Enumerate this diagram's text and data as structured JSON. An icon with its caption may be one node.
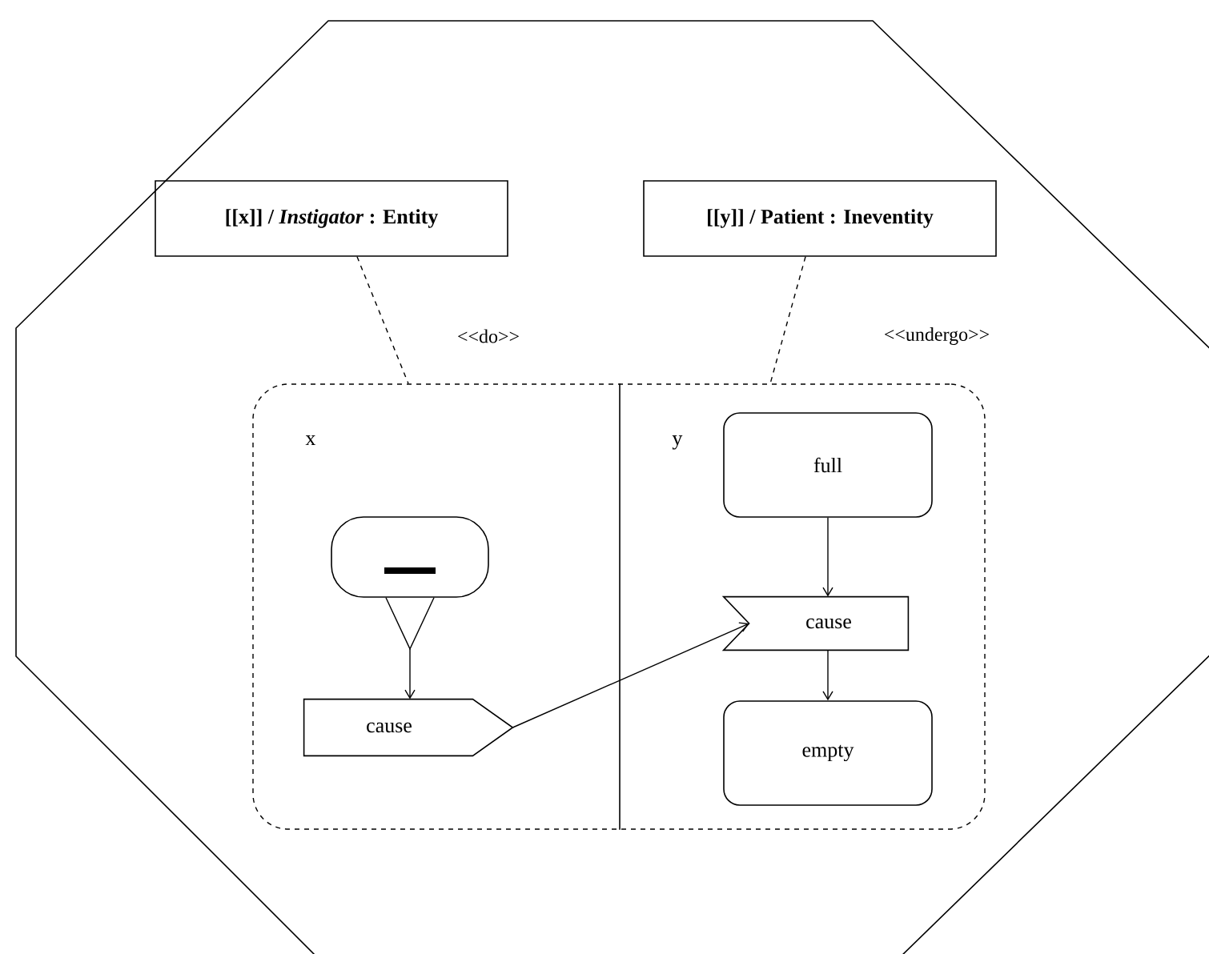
{
  "diagram": {
    "nodes": [
      {
        "text": [],
        "shape": "octagon"
      },
      {
        "text": [
          "[[x]] / *Instigator* : Entity"
        ],
        "in": 0
      },
      {
        "text": [
          "[[y]] / Patient : Ineventity"
        ],
        "in": 0
      },
      {
        "text": [],
        "shape": "box",
        "in": 0
      },
      {
        "text": [],
        "shape": "oval",
        "in": 3
      },
      {
        "text": [
          "cause"
        ],
        "in": 3
      },
      {
        "text": [
          "full"
        ],
        "in": 3
      },
      {
        "text": [
          "cause"
        ],
        "in": 3
      },
      {
        "text": [
          "empty"
        ],
        "in": 3
      }
    ],
    "edges": [
      {
        "from": 1,
        "to": 3,
        "arrow": "none",
        "style": "dashed",
        "label": "<<do>>"
      },
      {
        "from": 2,
        "to": 3,
        "arrow": "none",
        "style": "dashed",
        "label": "<<undergo>>"
      },
      {
        "from": 4,
        "to": 5,
        "arrow": "to"
      },
      {
        "from": 5,
        "to": 7,
        "arrow": "to"
      },
      {
        "from": 6,
        "to": 7,
        "arrow": "to"
      },
      {
        "from": 7,
        "to": 8,
        "arrow": "to"
      }
    ],
    "labels": [
      "x",
      "y"
    ]
  }
}
